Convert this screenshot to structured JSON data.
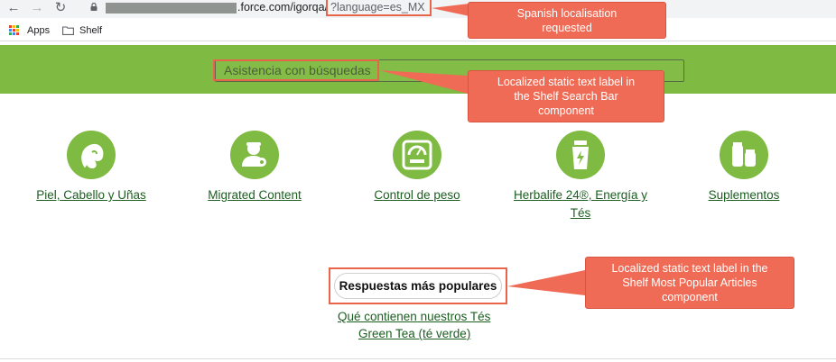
{
  "browser": {
    "url_domain": ".force.com/igorqa/",
    "url_query": "?language=es_MX",
    "bookmarks": {
      "apps_label": "Apps",
      "shelf_label": "Shelf"
    },
    "icons": [
      "back-arrow-icon",
      "forward-arrow-icon",
      "reload-icon",
      "lock-icon",
      "apps-grid-icon",
      "folder-icon"
    ]
  },
  "search": {
    "placeholder": "Asistencia con búsquedas"
  },
  "topics": [
    {
      "label": "Piel, Cabello y Uñas",
      "icon": "hair-profile-icon"
    },
    {
      "label": "Migrated Content",
      "icon": "user-gear-icon"
    },
    {
      "label": "Control de peso",
      "icon": "scale-icon"
    },
    {
      "label_line1": "Herbalife 24®, Energía y",
      "label_line2": "Tés",
      "icon": "energy-bottle-icon"
    },
    {
      "label": "Suplementos",
      "icon": "supplements-icon"
    }
  ],
  "popular": {
    "title": "Respuestas más populares",
    "articles": [
      "Qué contienen nuestros Tés",
      "Green Tea (té verde)"
    ]
  },
  "callouts": {
    "spanish": {
      "line1": "Spanish localisation",
      "line2": "requested"
    },
    "search_bar": {
      "line1": "Localized static text label in",
      "line2": "the Shelf Search Bar",
      "line3": "component"
    },
    "most_popular": {
      "line1": "Localized static text label in the",
      "line2": "Shelf Most Popular Articles",
      "line3": "component"
    }
  },
  "colors": {
    "brand_green": "#7fba42",
    "link_green": "#1b5e20",
    "callout_red": "#ef6b55"
  }
}
